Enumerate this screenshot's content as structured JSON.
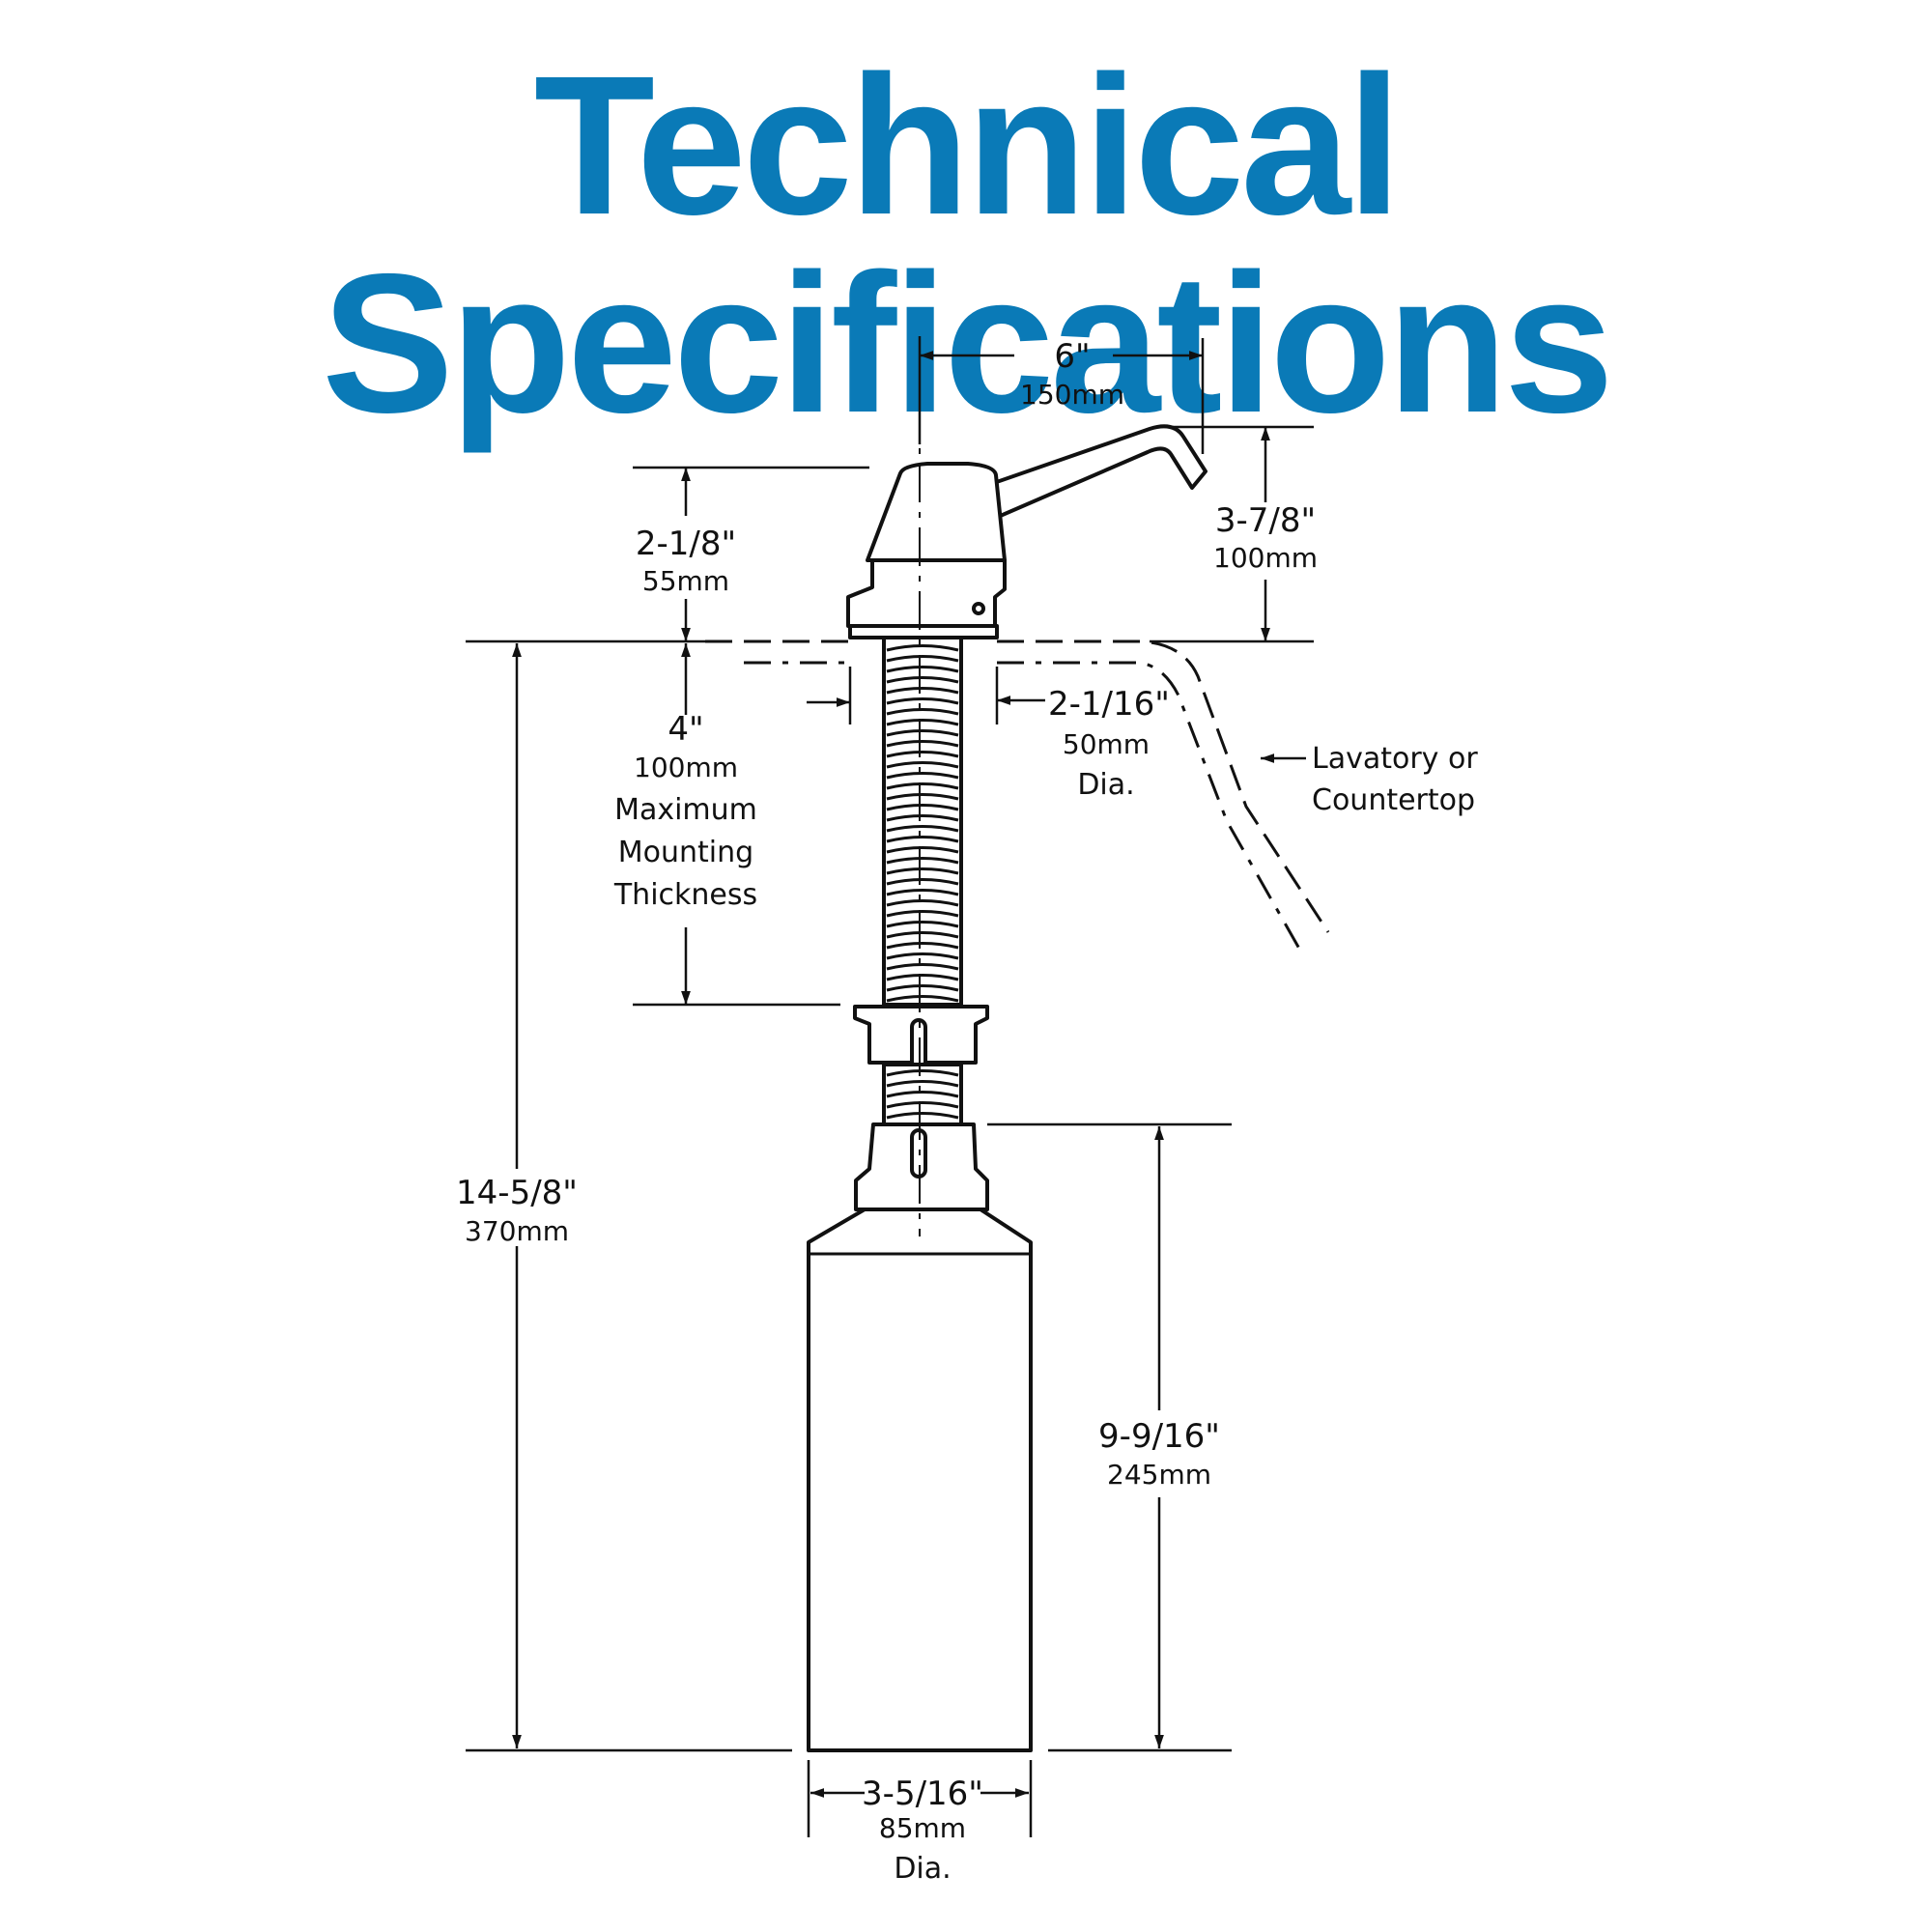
{
  "title": "Technical Specifications",
  "title_color": "#0a7ab7",
  "dimensions": {
    "spout_reach": {
      "in": "6\"",
      "mm": "150mm"
    },
    "spout_height": {
      "in": "3-7/8\"",
      "mm": "100mm"
    },
    "head_height": {
      "in": "2-1/8\"",
      "mm": "55mm"
    },
    "mounting": {
      "in": "4\"",
      "mm": "100mm",
      "line1": "Maximum",
      "line2": "Mounting",
      "line3": "Thickness"
    },
    "hole_dia": {
      "in": "2-1/16\"",
      "mm": "50mm",
      "note": "Dia."
    },
    "overall_height": {
      "in": "14-5/8\"",
      "mm": "370mm"
    },
    "bottle_height": {
      "in": "9-9/16\"",
      "mm": "245mm"
    },
    "bottle_dia": {
      "in": "3-5/16\"",
      "mm": "85mm",
      "note": "Dia."
    }
  },
  "counter_label": {
    "line1": "Lavatory or",
    "line2": "Countertop"
  }
}
